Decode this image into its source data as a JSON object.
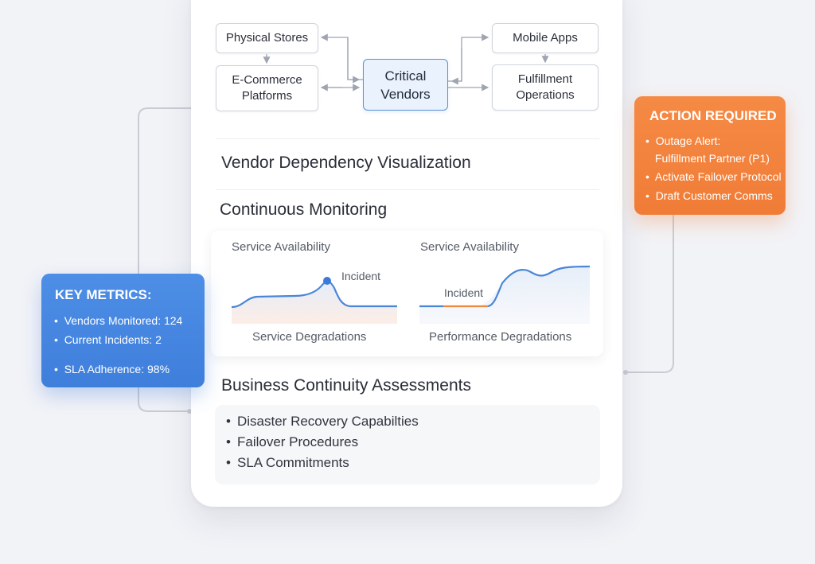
{
  "diagram": {
    "nodes": {
      "physical_stores": "Physical Stores",
      "ecommerce": "E-Commerce\nPlatforms",
      "critical_vendors": "Critical\nVendors",
      "mobile_apps": "Mobile Apps",
      "fulfillment": "Fulfillment\nOperations"
    }
  },
  "sections": {
    "visualization_title": "Vendor Dependency Visualization",
    "monitoring_title": "Continuous Monitoring",
    "assessments_title": "Business Continuity Assessments"
  },
  "charts": {
    "left": {
      "title": "Service Availability",
      "annotation": "Incident",
      "caption": "Service Degradations"
    },
    "right": {
      "title": "Service Availability",
      "annotation": "Incident",
      "caption": "Performance Degradations"
    }
  },
  "assessments": {
    "items": [
      "Disaster Recovery Capabilties",
      "Failover Procedures",
      "SLA Commitments"
    ],
    "bullet": "•"
  },
  "key_metrics": {
    "title": "KEY METRICS:",
    "lines": [
      "Vendors Monitored: 124",
      "Current Incidents: 2",
      "SLA Adherence: 98%"
    ]
  },
  "action_required": {
    "title": "ACTION REQUIRED",
    "lines": [
      "Outage Alert:",
      "Fulfillment Partner (P1)",
      "Activate Failover Protocol",
      "Draft Customer Comms"
    ]
  },
  "colors": {
    "accent_blue": "#4a8be3",
    "accent_orange": "#f3833e",
    "line_blue": "#4a86d8",
    "line_orange": "#f0883a"
  }
}
